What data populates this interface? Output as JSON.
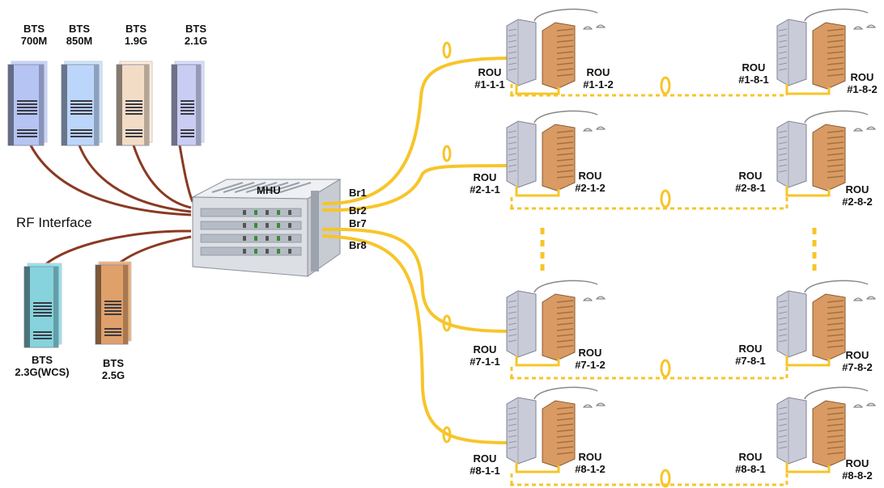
{
  "colors": {
    "fiber": "#f7c52a",
    "rf_cable": "#8a3a23",
    "bts_700": "#b6c4f4",
    "bts_850": "#bcd6fb",
    "bts_1900": "#f3dcc6",
    "bts_2100": "#c9cdf3",
    "bts_2300": "#86d3dd",
    "bts_2500": "#e0a06a",
    "rou_grey": "#c9cbd8",
    "rou_brown": "#d99b63"
  },
  "rf_interface": "RF Interface",
  "mhu_label": "MHU",
  "bts_units": [
    {
      "line1": "BTS",
      "line2": "700M"
    },
    {
      "line1": "BTS",
      "line2": "850M"
    },
    {
      "line1": "BTS",
      "line2": "1.9G"
    },
    {
      "line1": "BTS",
      "line2": "2.1G"
    },
    {
      "line1": "BTS",
      "line2": "2.3G(WCS)"
    },
    {
      "line1": "BTS",
      "line2": "2.5G"
    }
  ],
  "branches": [
    "Br1",
    "Br2",
    "Br7",
    "Br8"
  ],
  "rou_rows": [
    [
      {
        "line1": "ROU",
        "line2": "#1-1-1"
      },
      {
        "line1": "ROU",
        "line2": "#1-1-2"
      },
      {
        "line1": "ROU",
        "line2": "#1-8-1"
      },
      {
        "line1": "ROU",
        "line2": "#1-8-2"
      }
    ],
    [
      {
        "line1": "ROU",
        "line2": "#2-1-1"
      },
      {
        "line1": "ROU",
        "line2": "#2-1-2"
      },
      {
        "line1": "ROU",
        "line2": "#2-8-1"
      },
      {
        "line1": "ROU",
        "line2": "#2-8-2"
      }
    ],
    [
      {
        "line1": "ROU",
        "line2": "#7-1-1"
      },
      {
        "line1": "ROU",
        "line2": "#7-1-2"
      },
      {
        "line1": "ROU",
        "line2": "#7-8-1"
      },
      {
        "line1": "ROU",
        "line2": "#7-8-2"
      }
    ],
    [
      {
        "line1": "ROU",
        "line2": "#8-1-1"
      },
      {
        "line1": "ROU",
        "line2": "#8-1-2"
      },
      {
        "line1": "ROU",
        "line2": "#8-8-1"
      },
      {
        "line1": "ROU",
        "line2": "#8-8-2"
      }
    ]
  ]
}
